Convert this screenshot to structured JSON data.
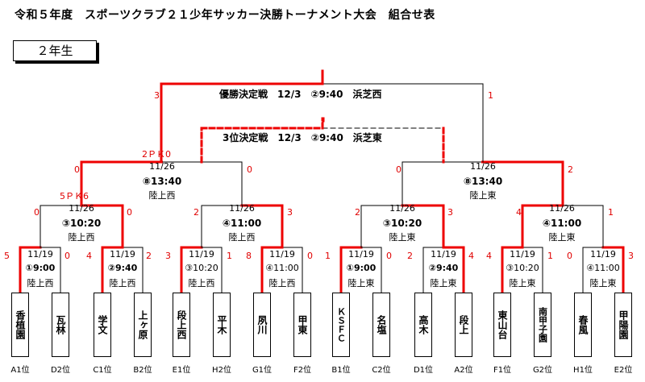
{
  "page": {
    "title": "令和５年度　スポーツクラブ２１少年サッカー決勝トーナメント大会　組合せ表",
    "grade": "２年生"
  },
  "colors": {
    "winner": "#ee0000",
    "line": "#000000"
  },
  "teams": [
    {
      "name": "香植園",
      "seed": "A1位"
    },
    {
      "name": "瓦林",
      "seed": "D2位"
    },
    {
      "name": "学文",
      "seed": "C1位"
    },
    {
      "name": "上ヶ原",
      "seed": "B2位"
    },
    {
      "name": "段上西",
      "seed": "E1位"
    },
    {
      "name": "平木",
      "seed": "H2位"
    },
    {
      "name": "夙川",
      "seed": "G1位"
    },
    {
      "name": "甲東",
      "seed": "F2位"
    },
    {
      "name": "ＫＳＦＣ",
      "seed": "B1位"
    },
    {
      "name": "名塩",
      "seed": "C2位"
    },
    {
      "name": "高木",
      "seed": "D1位"
    },
    {
      "name": "段上",
      "seed": "A2位"
    },
    {
      "name": "東山台",
      "seed": "F1位"
    },
    {
      "name": "南甲子園",
      "seed": "G2位"
    },
    {
      "name": "春風",
      "seed": "H1位"
    },
    {
      "name": "甲陽園",
      "seed": "E2位"
    }
  ],
  "round1": [
    {
      "date": "11/19",
      "time": "①9:00",
      "venue": "陸上西",
      "score_left": "5",
      "score_right": "0"
    },
    {
      "date": "11/19",
      "time": "②9:40",
      "venue": "陸上西",
      "score_left": "4",
      "score_right": "2"
    },
    {
      "date": "11/19",
      "time": "③10:20",
      "venue": "陸上西",
      "score_left": "3",
      "score_right": "1"
    },
    {
      "date": "11/19",
      "time": "④11:00",
      "venue": "陸上西",
      "score_left": "8",
      "score_right": "0"
    },
    {
      "date": "11/19",
      "time": "①9:00",
      "venue": "陸上東",
      "score_left": "1",
      "score_right": "0"
    },
    {
      "date": "11/19",
      "time": "②9:40",
      "venue": "陸上東",
      "score_left": "2",
      "score_right": "4"
    },
    {
      "date": "11/19",
      "time": "③10:20",
      "venue": "陸上東",
      "score_left": "4",
      "score_right": "1"
    },
    {
      "date": "11/19",
      "time": "④11:00",
      "venue": "陸上東",
      "score_left": "0",
      "score_right": "3"
    }
  ],
  "quarterfinals": [
    {
      "date": "11/26",
      "time": "③10:20",
      "venue": "陸上西",
      "score_left": "0",
      "score_right": "0",
      "pk": "5ＰＫ6"
    },
    {
      "date": "11/26",
      "time": "④11:00",
      "venue": "陸上西",
      "score_left": "2",
      "score_right": "3"
    },
    {
      "date": "11/26",
      "time": "③10:20",
      "venue": "陸上東",
      "score_left": "2",
      "score_right": "3"
    },
    {
      "date": "11/26",
      "time": "④11:00",
      "venue": "陸上東",
      "score_left": "4",
      "score_right": "1"
    }
  ],
  "semifinals": [
    {
      "date": "11/26",
      "time": "⑧13:40",
      "venue": "陸上西",
      "score_left": "0",
      "score_right": "0",
      "pk": "2ＰＫ0"
    },
    {
      "date": "11/26",
      "time": "⑧13:40",
      "venue": "陸上東",
      "score_left": "0",
      "score_right": "2"
    }
  ],
  "final": {
    "label": "優勝決定戦　12/3　②9:40　浜芝西",
    "score_left": "3",
    "score_right": "1"
  },
  "third_place": {
    "label": "3位決定戦　12/3　②9:40　浜芝東"
  }
}
